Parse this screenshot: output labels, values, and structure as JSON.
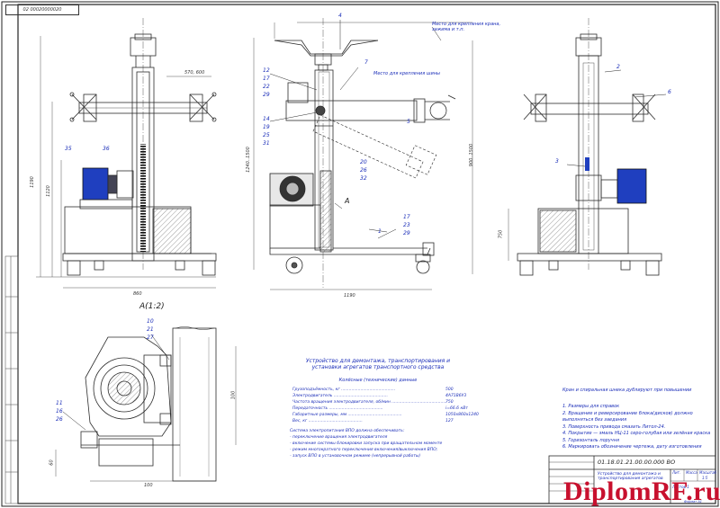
{
  "sheet": {
    "stamp_text": "02 00020000020",
    "brand_text": "DiplomRF.ru",
    "colors": {
      "line": "#2b2b2b",
      "blue": "#1a2db8",
      "brand": "#c8102e",
      "motor": "#1f3fbf"
    }
  },
  "view_labels": {
    "section_a": "A(1:2)",
    "arrow_a": "A"
  },
  "callouts": {
    "n4": "4",
    "n7": "7",
    "n12": "12",
    "n17a": "17",
    "n22a": "22",
    "n29a": "29",
    "n14": "14",
    "n19": "19",
    "n25": "25",
    "n31": "31",
    "n5": "5",
    "n20": "20",
    "n26": "26",
    "n32": "32",
    "n1": "1",
    "n17b": "17",
    "n23b": "23",
    "n29b": "29",
    "n35": "35",
    "n36": "36",
    "n2": "2",
    "n6": "6",
    "n3": "3",
    "n10": "10",
    "n21": "21",
    "n27": "27",
    "n11": "11",
    "n16": "16",
    "n26b": "26"
  },
  "notes_top": {
    "top_right": "Место для крепления крана, зажима и т.п.",
    "mid": "Место для крепления шины"
  },
  "dimensions": {
    "d1": "570, 600",
    "d2": "1190",
    "d3": "1120",
    "d4": "860",
    "d5": "1240..1500",
    "d6": "1190",
    "d7": "900..1500",
    "d8": "750",
    "d9": "60",
    "d10": "100",
    "d11": "100"
  },
  "title_block": {
    "title": "Устройство для демонтажа, транспортирования и установки агрегатов транспортного средства",
    "subtitle": "Колёсные (технические) данные",
    "specs": [
      {
        "k": "Грузоподъёмность, кг",
        "v": "500"
      },
      {
        "k": "Электродвигатель",
        "v": "4А71В6У3"
      },
      {
        "k": "Частота вращения электродвигателя, об/мин",
        "v": "750"
      },
      {
        "k": "Передаточность",
        "v": "i=66.6 кВт"
      },
      {
        "k": "Габаритные размеры, мм",
        "v": "1050х860х1240"
      },
      {
        "k": "Вес, кг",
        "v": "127"
      }
    ],
    "system": [
      "Система электропитания ВПО должна обеспечивать:",
      "- переключение вращения электродвигателя",
      "- включение системы блокировки запуска при вращательном моменте",
      "- режим многократного переключения включения/выключения ВПО;",
      "- запуск ВПО в установочном режиме (непрерывной работы)"
    ]
  },
  "notes_right": {
    "header": "Кран и спиральная шнека дублируют при повышении",
    "lines": [
      "1. Размеры для справок",
      "2. Вращение и реверсирование блока(дисков) должно",
      "выполняться без заедания",
      "3. Поверхность привода смазать Литол-24.",
      "4. Покрытие — эмаль НЦ-11 серо-голубая или зелёная краска",
      "5. Горизонталь поручня",
      "6. Маркировать обозначение чертежа, дату изготовления"
    ]
  },
  "stamp": {
    "code": "01.18.01.21.00.00.000 ВО",
    "name": "Устройство для демонтажа и транспортирования агрегатов",
    "sheet_word": "Лит.",
    "mass_word": "Масса",
    "scale_word": "Масштаб",
    "scale_val": "1:5",
    "sheets": "Листов 1",
    "format": "Формат А1"
  }
}
